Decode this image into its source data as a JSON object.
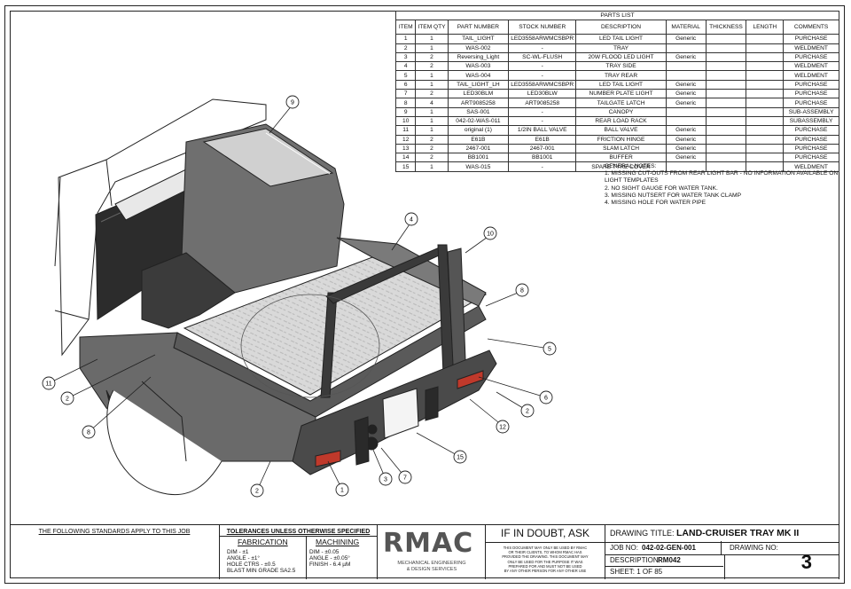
{
  "parts_list": {
    "title": "PARTS LIST",
    "headers": [
      "ITEM",
      "ITEM QTY",
      "PART NUMBER",
      "STOCK NUMBER",
      "DESCRIPTION",
      "MATERIAL",
      "THICKNESS",
      "LENGTH",
      "COMMENTS"
    ],
    "rows": [
      [
        "1",
        "1",
        "TAIL_LIGHT",
        "LED3558ARWMCSBPR",
        "LED TAIL LIGHT",
        "Generic",
        "",
        "",
        "PURCHASE"
      ],
      [
        "2",
        "1",
        "WAS-002",
        "-",
        "TRAY",
        "",
        "",
        "",
        "WELDMENT"
      ],
      [
        "3",
        "2",
        "Reversing_Light",
        "SC-WL-FLUSH",
        "20W FLOOD LED LIGHT",
        "Generic",
        "",
        "",
        "PURCHASE"
      ],
      [
        "4",
        "2",
        "WAS-003",
        "-",
        "TRAY SIDE",
        "",
        "",
        "",
        "WELDMENT"
      ],
      [
        "5",
        "1",
        "WAS-004",
        "-",
        "TRAY REAR",
        "",
        "",
        "",
        "WELDMENT"
      ],
      [
        "6",
        "1",
        "TAIL_LIGHT_LH",
        "LED3558ARWMCSBPR",
        "LED TAIL LIGHT",
        "Generic",
        "",
        "",
        "PURCHASE"
      ],
      [
        "7",
        "2",
        "LED30BLM",
        "LED30BLW",
        "NUMBER PLATE LIGHT",
        "Generic",
        "",
        "",
        "PURCHASE"
      ],
      [
        "8",
        "4",
        "ART9085258",
        "ART9085258",
        "TAILGATE LATCH",
        "Generic",
        "",
        "",
        "PURCHASE"
      ],
      [
        "9",
        "1",
        "SAS-001",
        "-",
        "CANOPY",
        "",
        "",
        "",
        "SUB-ASSEMBLY"
      ],
      [
        "10",
        "1",
        "042-02-WAS-011",
        "-",
        "REAR LOAD RACK",
        "",
        "",
        "",
        "SUBASSEMBLY"
      ],
      [
        "11",
        "1",
        "original (1)",
        "1/2IN BALL VALVE",
        "BALL VALVE",
        "Generic",
        "",
        "",
        "PURCHASE"
      ],
      [
        "12",
        "2",
        "E61B",
        "E61B",
        "FRICTION HINGE",
        "Generic",
        "",
        "",
        "PURCHASE"
      ],
      [
        "13",
        "2",
        "2467-001",
        "2467-001",
        "SLAM LATCH",
        "Generic",
        "",
        "",
        "PURCHASE"
      ],
      [
        "14",
        "2",
        "BB1001",
        "BB1001",
        "BUFFER",
        "Generic",
        "",
        "",
        "PURCHASE"
      ],
      [
        "15",
        "1",
        "WAS-015",
        "-",
        "SPARE TYRE COVER",
        "",
        "",
        "",
        "WELDMENT"
      ]
    ]
  },
  "general_notes": {
    "title": "GENERAL NOTES:",
    "lines": [
      "1. MISSING CUT-OUTS FROM REAR LIGHT BAR - NO INFORMATION AVAILABLE ON",
      "LIGHT TEMPLATES",
      "2. NO SIGHT GAUGE FOR WATER TANK.",
      "3. MISSING NUTSERT FOR WATER TANK CLAMP",
      "4. MISSING HOLE FOR WATER PIPE"
    ]
  },
  "callouts": [
    "9",
    "4",
    "10",
    "8",
    "5",
    "6",
    "2",
    "12",
    "15",
    "7",
    "3",
    "1",
    "2",
    "8",
    "2",
    "11"
  ],
  "title_block": {
    "standards": "THE FOLLOWING STANDARDS APPLY TO THIS JOB",
    "tolerances": "TOLERANCES UNLESS OTHERWISE SPECIFIED",
    "fabrication_label": "FABRICATION",
    "fabrication": [
      "DIM - ±1",
      "ANGLE - ±1°",
      "HOLE CTRS - ±0.5",
      "BLAST MIN GRADE SA2.5"
    ],
    "machining_label": "MACHINING",
    "machining": [
      "DIM - ±0.05",
      "ANGLE - ±0.05°",
      "FINISH - 6.4 µM"
    ],
    "logo": "RMAC",
    "logo_sub1": "MECHANICAL ENGINEERING",
    "logo_sub2": "& DESIGN SERVICES",
    "if_in_doubt": "IF IN DOUBT, ASK",
    "disclaimer": [
      "THIS DOCUMENT MAY ONLY BE USED BY RMAC",
      "OR THEIR CLIENTS, TO WHOM RMAC HAS",
      "PROVIDED THE DRAWING. THIS DOCUMENT MAY",
      "ONLY BE USED FOR THE PURPOSE IT WAS",
      "PREPARED FOR AND MUST NOT BE USED",
      "BY ANY OTHER PERSON FOR ANY OTHER USE"
    ],
    "drawing_title_label": "DRAWING TITLE:",
    "drawing_title": "LAND-CRUISER TRAY MK II",
    "job_no_label": "JOB NO:",
    "job_no": "042-02-GEN-001",
    "drawing_no_label": "DRAWING NO:",
    "description_label": "DESCRIPTION:",
    "description": "RM042",
    "sheet": "SHEET: 1 OF 85",
    "drawing_number": "3"
  }
}
